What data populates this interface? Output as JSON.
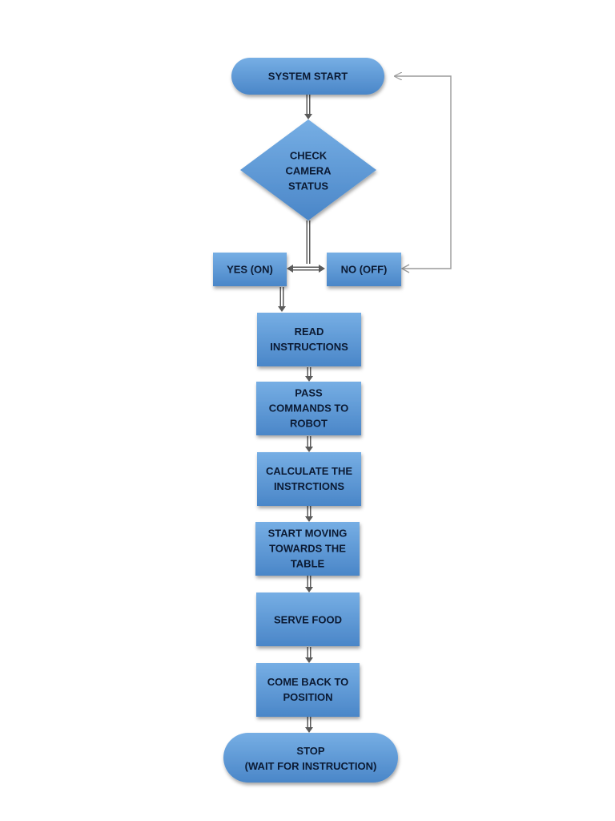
{
  "colors": {
    "node_fill_light": "#6fa8e0",
    "node_fill_dark": "#4a86c8",
    "node_text": "#0b1a33",
    "arrow_dark": "#5a5a5a",
    "loop_line": "#9a9a9a"
  },
  "nodes": {
    "system_start": {
      "lines": [
        "SYSTEM START"
      ]
    },
    "check_camera": {
      "lines": [
        "CHECK",
        "CAMERA",
        "STATUS"
      ]
    },
    "yes_on": {
      "lines": [
        "YES (ON)"
      ]
    },
    "no_off": {
      "lines": [
        "NO (OFF)"
      ]
    },
    "read_instructions": {
      "lines": [
        "READ",
        "INSTRUCTIONS"
      ]
    },
    "pass_commands": {
      "lines": [
        "PASS",
        "COMMANDS TO",
        "ROBOT"
      ]
    },
    "calculate": {
      "lines": [
        "CALCULATE THE",
        "INSTRCTIONS"
      ]
    },
    "start_moving": {
      "lines": [
        "START MOVING",
        "TOWARDS THE",
        "TABLE"
      ]
    },
    "serve_food": {
      "lines": [
        "SERVE FOOD"
      ]
    },
    "come_back": {
      "lines": [
        "COME BACK TO",
        "POSITION"
      ]
    },
    "stop": {
      "lines": [
        "STOP",
        "(WAIT FOR INSTRUCTION)"
      ]
    }
  }
}
